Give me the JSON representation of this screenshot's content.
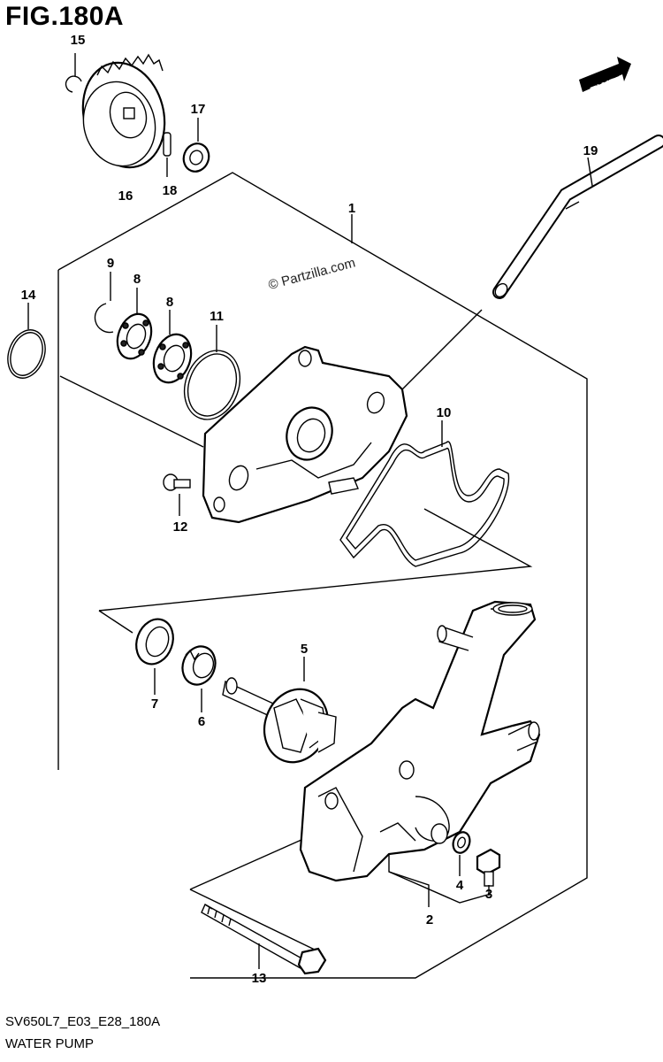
{
  "figure": {
    "title": "FIG.180A",
    "code": "SV650L7_E03_E28_180A",
    "name": "WATER PUMP",
    "watermark": "© Partzilla.com",
    "direction_label": "FWD"
  },
  "callouts": [
    "1",
    "2",
    "3",
    "4",
    "5",
    "6",
    "7",
    "8",
    "8",
    "9",
    "10",
    "11",
    "12",
    "13",
    "14",
    "15",
    "16",
    "17",
    "18",
    "19"
  ]
}
